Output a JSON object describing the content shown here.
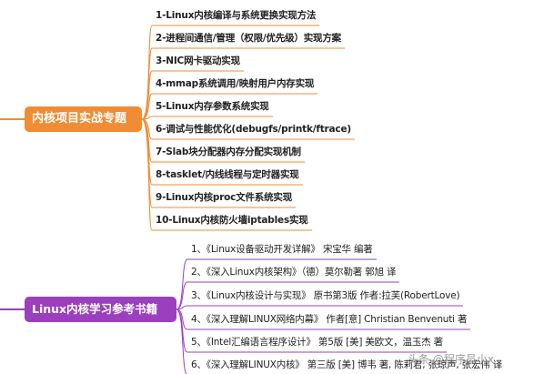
{
  "branch1": {
    "title": "内核项目实战专题",
    "color": "#f08c34",
    "items": [
      "1-Linux内核编译与系统更换实现方法",
      "2-进程间通信/管理（权限/优先级）实现方案",
      "3-NIC网卡驱动实现",
      "4-mmap系统调用/映射用户内存实现",
      "5-Linux内存参数系统实现",
      "6-调试与性能优化(debugfs/printk/ftrace)",
      "7-Slab块分配器内存分配实现机制",
      "8-tasklet/内线线程与定时器实现",
      "9-Linux内核proc文件系统实现",
      "10-Linux内核防火墙iptables实现"
    ]
  },
  "branch2": {
    "title": "Linux内核学习参考书籍",
    "color": "#9b3fbf",
    "items": [
      "1、《Linux设备驱动开发详解》 宋宝华 编著",
      "2、《深入Linux内核架构》（德）莫尔勒著 郭旭 译",
      "3、《Linux内核设计与实现》 原书第3版 作者:拉芙(RobertLove)",
      "4、《深入理解LINUX网络内幕》 作者[意] Christian Benvenuti 著",
      "5、《Intel汇编语言程序设计》 第5版 [美] 美欧文，温玉杰 著",
      "6、《深入理解LINUX内核》 第三版 [美] 博韦 著, 陈莉君, 张琼声, 张宏伟 译"
    ]
  },
  "watermark": "头条 @程序员小x"
}
